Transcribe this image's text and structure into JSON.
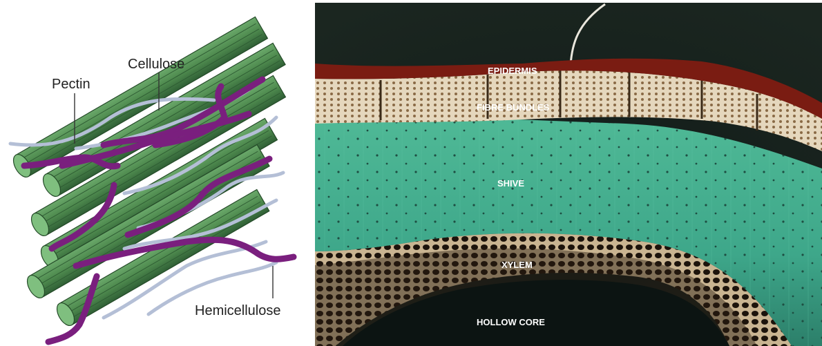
{
  "diagram": {
    "labels": {
      "cellulose": "Cellulose",
      "pectin": "Pectin",
      "hemicellulose": "Hemicellulose"
    },
    "colors": {
      "cellulose_fibril": "#4e8a4e",
      "pectin": "#7a1f7e",
      "hemicellulose": "#b4bfd6"
    }
  },
  "micrograph": {
    "labels": {
      "epidermis": "EPIDERMIS",
      "fibre_bundles": "FIBRE BUNDLES",
      "shive": "SHIVE",
      "xylem": "XYLEM",
      "hollow_core": "HOLLOW CORE"
    },
    "colors": {
      "background": "#0f1915",
      "epidermis": "#7a1c12",
      "fibre_bundles": "#e8dcc4",
      "shive": "#3ea78a",
      "xylem": "#3a2a1a"
    }
  }
}
